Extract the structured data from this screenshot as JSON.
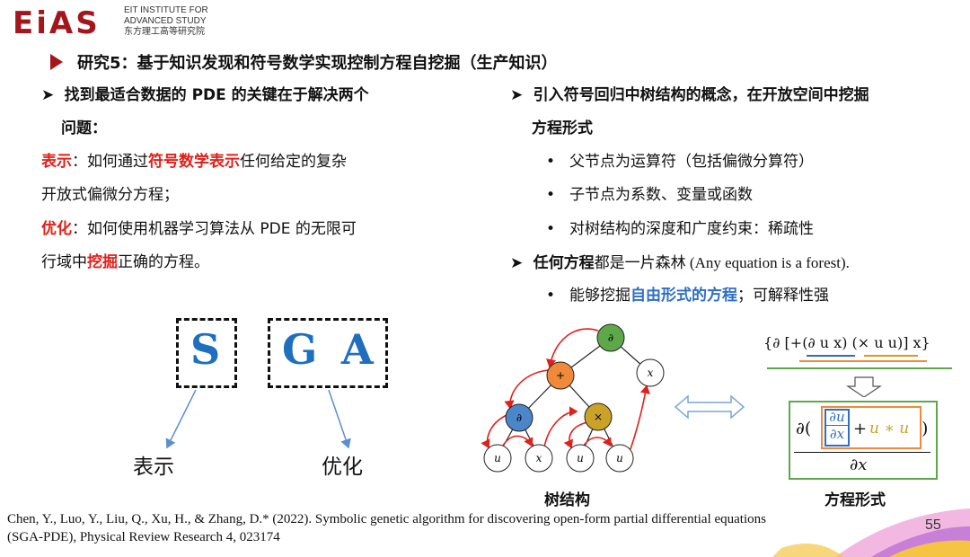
{
  "header": {
    "logo_text": "EiAS",
    "institute_lines": [
      "EIT INSTITUTE FOR",
      "ADVANCED STUDY",
      "东方理工高等研究院"
    ],
    "title": "研究5：基于知识发现和符号数学实现控制方程自挖掘（生产知识）"
  },
  "left": {
    "bullet_glyph": "➤",
    "point1_line1": "找到最适合数据的 PDE 的关键在于解决两个",
    "point1_line2": "问题：",
    "rep_label": "表示",
    "rep_text_a": "：如何通过",
    "rep_highlight": "符号数学表示",
    "rep_text_b": "任何给定的复杂",
    "rep_line2": "开放式偏微分方程；",
    "opt_label": "优化",
    "opt_text_a": "：如何使用机器学习算法从 PDE 的无限可",
    "opt_line2_a": "行域中",
    "opt_highlight": "挖掘",
    "opt_line2_b": "正确的方程。"
  },
  "right": {
    "point1_line1": "引入符号回归中树结构的概念，在开放空间中挖掘",
    "point1_line2": "方程形式",
    "subs": [
      "父节点为运算符（包括偏微分算符）",
      "子节点为系数、变量或函数",
      "对树结构的深度和广度约束：稀疏性"
    ],
    "point2_bold": "任何方程",
    "point2_rest": "都是一片森林 (Any equation is a forest).",
    "sub2_a": "能够挖掘",
    "sub2_highlight": "自由形式的方程",
    "sub2_b": "；可解释性强",
    "bullet_dot": "•"
  },
  "sga": {
    "s": "S",
    "g": "G",
    "a": "A",
    "label_left": "表示",
    "label_right": "优化"
  },
  "tree": {
    "nodes": [
      "∂",
      "+",
      "x",
      "∂",
      "×",
      "u",
      "x",
      "u",
      "u"
    ],
    "caption": "树结构"
  },
  "formula": {
    "prefix": "{∂ [+(∂ u x) (× u u)] x}",
    "num_open": "∂(",
    "frac_top": "∂u",
    "frac_bot": "∂x",
    "plus": "+",
    "uu": "u ∗ u",
    "num_close": ")",
    "den": "∂x",
    "caption": "方程形式"
  },
  "citation": {
    "line1": "Chen, Y., Luo, Y., Liu, Q., Xu, H., & Zhang, D.* (2022). Symbolic genetic algorithm for discovering open-form partial differential equations",
    "line2": "(SGA-PDE), Physical Review Research 4, 023174"
  },
  "page_number": "55",
  "colors": {
    "brand_red": "#a3171c",
    "highlight_red": "#e0201a",
    "highlight_blue": "#2e6fc4",
    "node_green": "#5ea84a",
    "node_orange": "#f08a3a",
    "node_blue": "#4a86c8",
    "node_olive": "#c9a227"
  }
}
